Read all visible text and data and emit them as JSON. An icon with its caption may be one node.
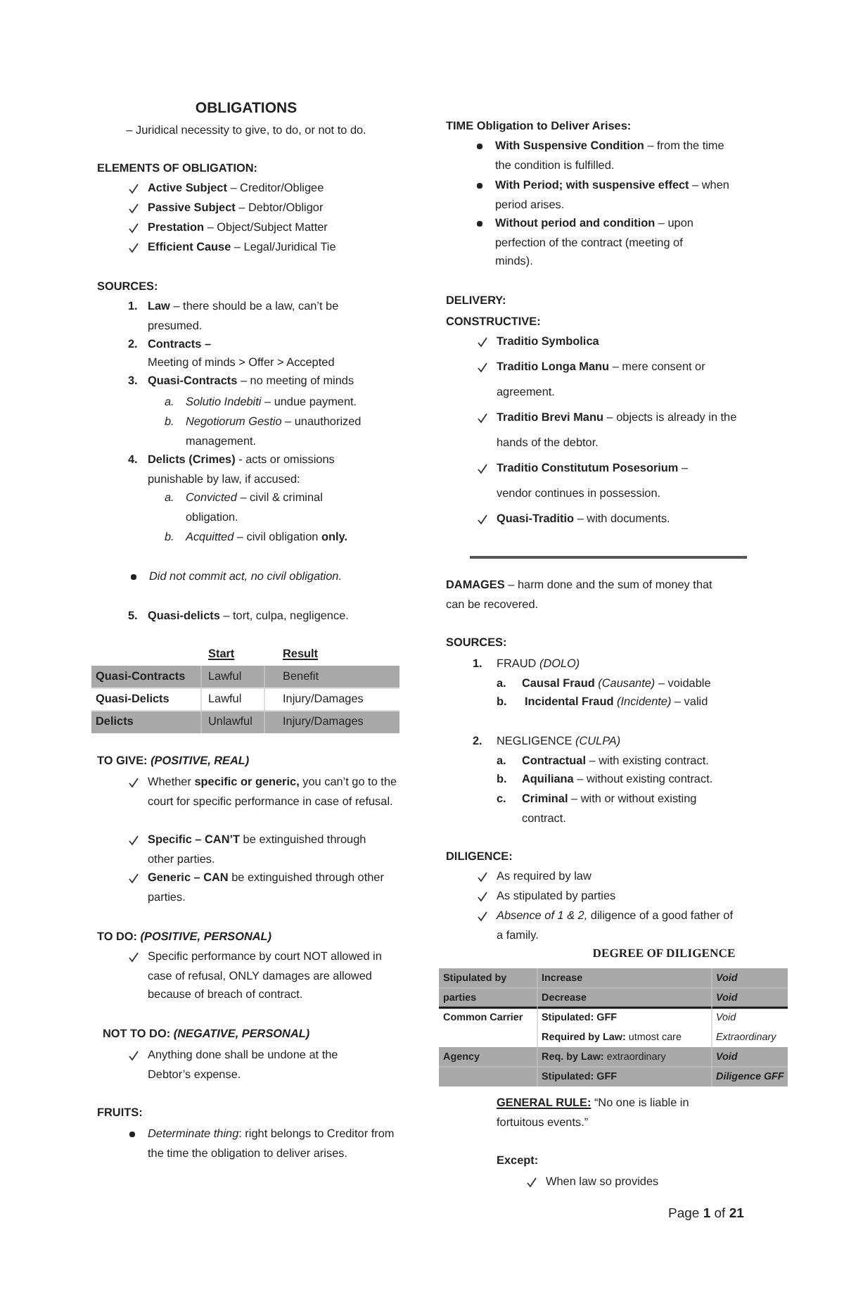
{
  "diagram": {
    "title": "OBLIGATIONS",
    "labels": [
      "– Juridical necessity to give, to do, or not to do.",
      "ELEMENTS OF OBLIGATION:",
      "**Active Subject** – Creditor/Obligee",
      "**Passive Subject** – Debtor/Obligor",
      "**Prestation** – Object/Subject Matter",
      "**Efficient Cause** – Legal/Juridical Tie",
      "SOURCES:",
      "1.",
      "**Law** – there should be a law, can’t be presumed.",
      "2.",
      "Contracts –",
      "Meeting of minds > Offer > Accepted",
      "3.",
      "**Quasi-Contracts** – no meeting of minds",
      "a.",
      "*Solutio Indebiti* – undue payment.",
      "b.",
      "*Negotiorum Gestio* – unauthorized management.",
      "4.",
      "**Delicts (Crimes)** - acts or omissions punishable by law, if accused:",
      "a.",
      "*Convicted* – civil & criminal obligation.",
      "b.",
      "*Acquitted* – civil obligation **only.**",
      "Did not commit act, no civil obligation.",
      "5.",
      "**Quasi-delicts** – tort, culpa, negligence.",
      "Start",
      "Result",
      "Quasi-Contracts",
      "Lawful",
      "Benefit",
      "Quasi-Delicts",
      "Lawful",
      "Injury/Damages",
      "Delicts",
      "Unlawful",
      "Injury/Damages",
      "TO GIVE: *(POSITIVE, REAL)*",
      "Whether **specific or generic,** you can’t go to the court for specific performance in case of refusal.",
      "**Specific – CAN’T** be extinguished through other parties.",
      "**Generic – CAN** be extinguished through other parties.",
      "TO DO: *(POSITIVE, PERSONAL)*",
      "Specific performance by court NOT allowed in case of refusal, ONLY damages are allowed because of breach of contract.",
      "NOT TO DO: *(NEGATIVE, PERSONAL)*",
      "Anything done shall be undone at the Debtor’s expense.",
      "FRUITS:",
      "*Determinate thing*: right belongs to Creditor from the time the obligation to deliver arises.",
      "TIME Obligation to Deliver Arises:",
      "**With Suspensive Condition** – from the time the condition is fulfilled.",
      "**With Period; with suspensive effect** – when period arises.",
      "**Without period and condition** – upon perfection of the contract (meeting of minds).",
      "DELIVERY:",
      "CONSTRUCTIVE:",
      "Traditio Symbolica",
      "**Traditio Longa Manu** – mere consent or agreement.",
      "**Traditio Brevi Manu** – objects is already in the hands of the debtor.",
      "**Traditio Constitutum Posesorium** – vendor continues in possession.",
      "**Quasi-Traditio** – with documents.",
      "**DAMAGES** – harm done and the sum of money that can be recovered.",
      "SOURCES:",
      "1.",
      "FRAUD *(DOLO)*",
      "a.",
      "**Causal Fraud** *(Causante)* – voidable",
      "b.",
      "**Incidental Fraud** *(Incidente)* – valid",
      "2.",
      "NEGLIGENCE *(CULPA)*",
      "a.",
      "**Contractual** – with existing contract.",
      "b.",
      "**Aquiliana** – without existing contract.",
      "c.",
      "**Criminal** – with or without existing contract.",
      "DILIGENCE:",
      "As required by law",
      "As stipulated by parties",
      "*Absence of 1 & 2,* diligence of a good father of a family.",
      "DEGREE OF DILIGENCE",
      "Stipulated by parties",
      "Increase",
      "Void",
      "Decrease",
      "Void",
      "Common Carrier",
      "Stipulated: GFF",
      "Void",
      "**Required by Law:** utmost care",
      "Extraordinary",
      "Agency",
      "**Req. by Law:** extraordinary",
      "Void",
      "Stipulated: GFF",
      "Diligence GFF",
      "**GENERAL RULE:** “No one is liable in fortuitous events.”",
      "Except:",
      "When law so provides",
      "Page **1** of **21**"
    ]
  }
}
